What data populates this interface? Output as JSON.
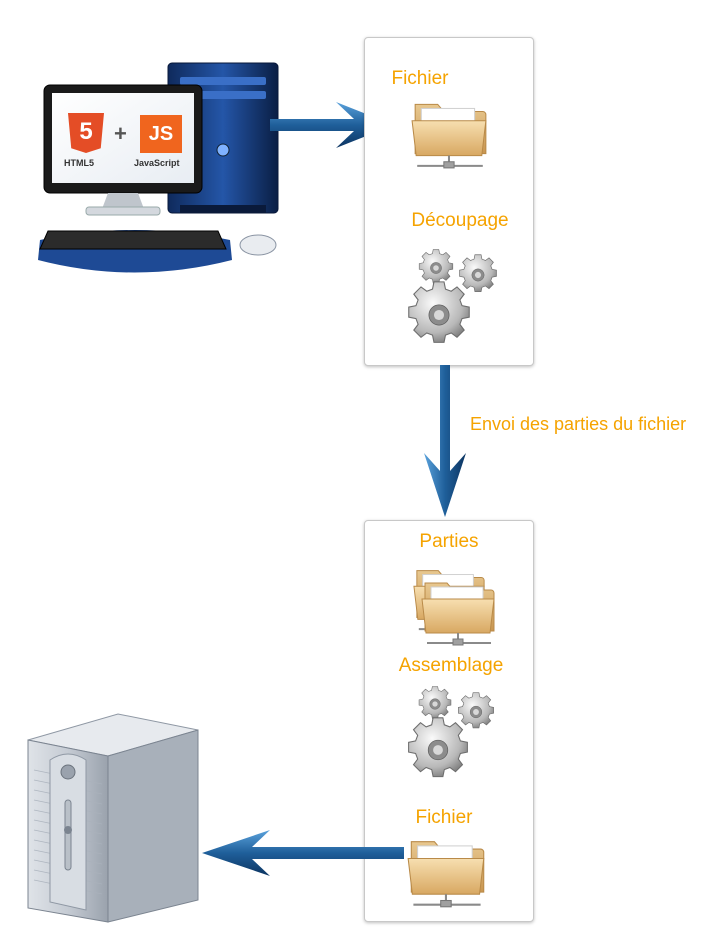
{
  "client": {
    "html5_badge": "5",
    "html5_text": "HTML5",
    "plus": "+",
    "js_badge": "JS",
    "js_text": "JavaScript"
  },
  "panel_top": {
    "file_label": "Fichier",
    "split_label": "Découpage"
  },
  "transfer_label": "Envoi des parties du fichier",
  "panel_bottom": {
    "parts_label": "Parties",
    "assembly_label": "Assemblage",
    "file_label": "Fichier"
  },
  "colors": {
    "label": "#f5a300",
    "arrow": "#1f5f9a",
    "html5": "#e44d26",
    "js": "#f0651e"
  }
}
